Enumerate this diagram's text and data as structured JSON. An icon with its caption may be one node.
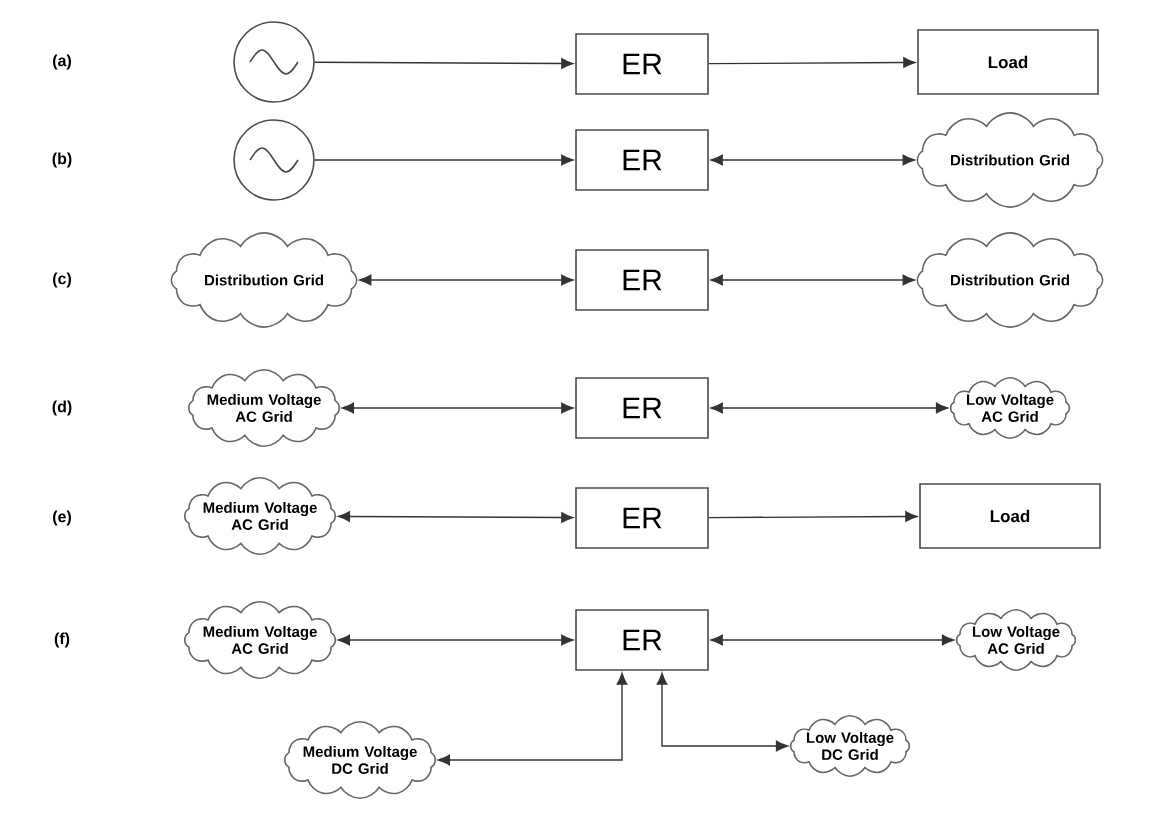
{
  "diagram": {
    "nodes": [
      {
        "text": [],
        "shape": "circle"
      },
      {
        "text": [
          "ER"
        ]
      },
      {
        "text": [
          "Load"
        ]
      },
      {
        "text": [],
        "shape": "circle"
      },
      {
        "text": [
          "ER"
        ]
      },
      {
        "text": [
          "Distribution Grid"
        ]
      },
      {
        "text": [
          "Distribution Grid"
        ]
      },
      {
        "text": [
          "ER"
        ]
      },
      {
        "text": [
          "Distribution Grid"
        ]
      },
      {
        "text": [
          "Medium Voltage AC Grid"
        ]
      },
      {
        "text": [
          "ER"
        ]
      },
      {
        "text": [
          "Low Voltage AC Grid"
        ]
      },
      {
        "text": [
          "Medium Voltage AC Grid"
        ]
      },
      {
        "text": [
          "ER"
        ]
      },
      {
        "text": [
          "Load"
        ]
      },
      {
        "text": [
          "Medium Voltage AC Grid"
        ]
      },
      {
        "text": [
          "ER"
        ]
      },
      {
        "text": [
          "Low Voltage AC Grid"
        ]
      },
      {
        "text": [
          "Medium Voltage DC Grid"
        ]
      },
      {
        "text": [
          "Low Voltage DC Grid"
        ]
      }
    ],
    "edges": [
      {
        "from": 0,
        "to": 1,
        "arrow": "to"
      },
      {
        "from": 1,
        "to": 2,
        "arrow": "to"
      },
      {
        "from": 3,
        "to": 4,
        "arrow": "to"
      },
      {
        "from": 4,
        "to": 5,
        "arrow": "both"
      },
      {
        "from": 6,
        "to": 7,
        "arrow": "both"
      },
      {
        "from": 7,
        "to": 8,
        "arrow": "both"
      },
      {
        "from": 9,
        "to": 10,
        "arrow": "both"
      },
      {
        "from": 10,
        "to": 11,
        "arrow": "both"
      },
      {
        "from": 12,
        "to": 13,
        "arrow": "both"
      },
      {
        "from": 13,
        "to": 14,
        "arrow": "to"
      },
      {
        "from": 15,
        "to": 16,
        "arrow": "both"
      },
      {
        "from": 16,
        "to": 17,
        "arrow": "both"
      },
      {
        "from": 16,
        "to": 18,
        "arrow": "both"
      },
      {
        "from": 16,
        "to": 19,
        "arrow": "both"
      }
    ],
    "labels": [
      "(a)",
      "(b)",
      "(c)",
      "(d)",
      "(e)",
      "(f)"
    ]
  }
}
